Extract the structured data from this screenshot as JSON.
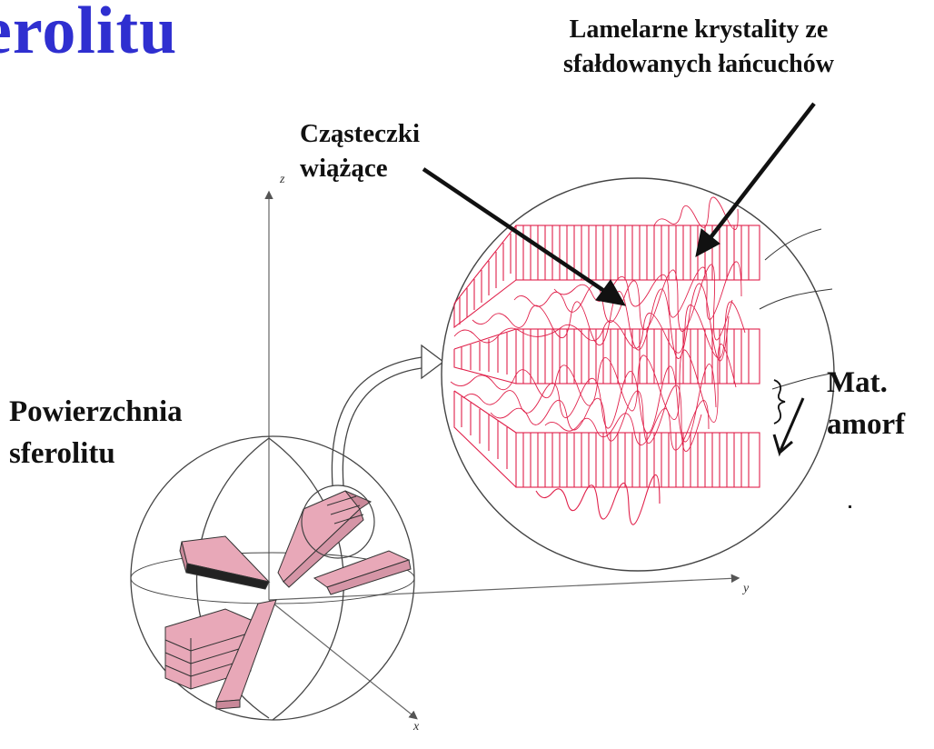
{
  "title": "erolitu",
  "labels": {
    "lamellar_line1": "Lamelarne krystality ze",
    "lamellar_line2": "sfałdowanych łańcuchów",
    "tie_line1": "Cząsteczki",
    "tie_line2": "wiążące",
    "surface_line1": "Powierzchnia",
    "surface_line2": "sferolitu",
    "amorph_line1": "Mat.",
    "amorph_line2": "amorf"
  },
  "axes": {
    "z": "z",
    "y": "y",
    "x": "x"
  },
  "colors": {
    "title": "#2f2fd0",
    "lamella_stroke": "#e0204a",
    "lamella_block_fill": "#e8a8b8",
    "outline": "#333333",
    "arrow": "#111111"
  }
}
